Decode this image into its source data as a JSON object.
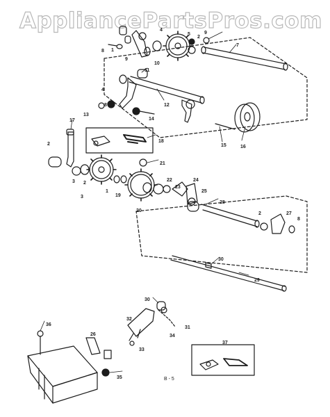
{
  "watermark": "AppliancePartsPros.com",
  "page_label": "B - 5",
  "colors": {
    "ink": "#1c1c1c",
    "watermark_outline": "#b8b8b8",
    "paper": "#ffffff"
  },
  "callouts": {
    "c1": "1",
    "c2": "2",
    "c3": "3",
    "c4": "4",
    "c5": "5",
    "c6": "6",
    "c7": "7",
    "c8": "8",
    "c9": "9",
    "c10": "10",
    "c11": "11",
    "c12": "12",
    "c13": "13",
    "c14": "14",
    "c15": "15",
    "c16": "16",
    "c17": "17",
    "c18": "18",
    "c19": "19",
    "c20": "20",
    "c21": "21",
    "c22": "22",
    "c23": "23",
    "c24": "24",
    "c25": "25",
    "c26": "26",
    "c27": "27",
    "c28": "28",
    "c29": "29",
    "c30": "30",
    "c31": "31",
    "c32": "32",
    "c33": "33",
    "c34": "34",
    "c35": "35",
    "c36": "36",
    "c37": "37"
  }
}
